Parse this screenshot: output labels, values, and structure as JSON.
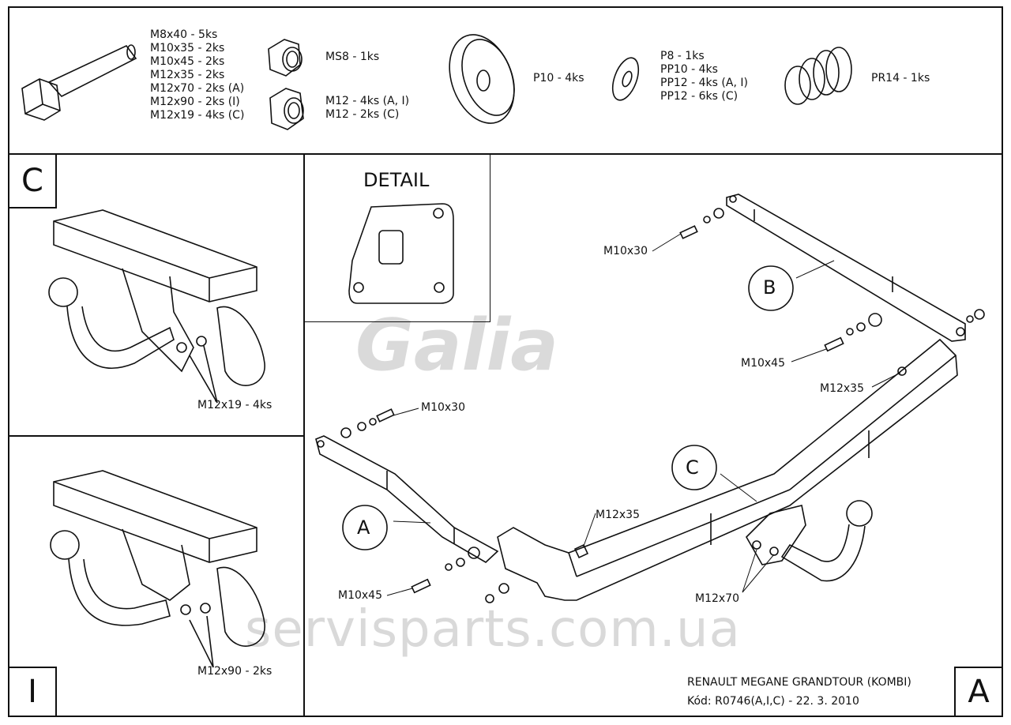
{
  "parts": {
    "bolts": [
      "M8x40 - 5ks",
      "M10x35 - 2ks",
      "M10x45 - 2ks",
      "M12x35 - 2ks",
      "M12x70 - 2ks (A)",
      "M12x90 - 2ks (I)",
      "M12x19 - 4ks (C)"
    ],
    "nut_ms8": "MS8 - 1ks",
    "nuts_m12": [
      "M12 - 4ks (A, I)",
      "M12 - 2ks (C)"
    ],
    "washer_p10": "P10 - 4ks",
    "washers": [
      "P8 - 1ks",
      "PP10 - 4ks",
      "PP12 - 4ks (A, I)",
      "PP12 - 6ks (C)"
    ],
    "spring": "PR14 - 1ks"
  },
  "variant_c": {
    "letter": "C",
    "bolt_label": "M12x19 - 4ks"
  },
  "variant_i": {
    "letter": "I",
    "bolt_label": "M12x90 - 2ks"
  },
  "detail": {
    "title": "DETAIL"
  },
  "main": {
    "labels": {
      "m10x30_top": "M10x30",
      "m10x30_left": "M10x30",
      "m10x45_right": "M10x45",
      "m10x45_left": "M10x45",
      "m12x35_right": "M12x35",
      "m12x35_mid": "M12x35",
      "m12x70": "M12x70"
    },
    "parts": {
      "a": "A",
      "b": "B",
      "c": "C"
    }
  },
  "title_block": {
    "line1": "RENAULT MEGANE GRANDTOUR (KOMBI)",
    "line2": "Kód: R0746(A,I,C) - 22. 3. 2010",
    "variant": "A"
  },
  "watermarks": {
    "logo": "Galia",
    "site": "servisparts.com.ua"
  }
}
